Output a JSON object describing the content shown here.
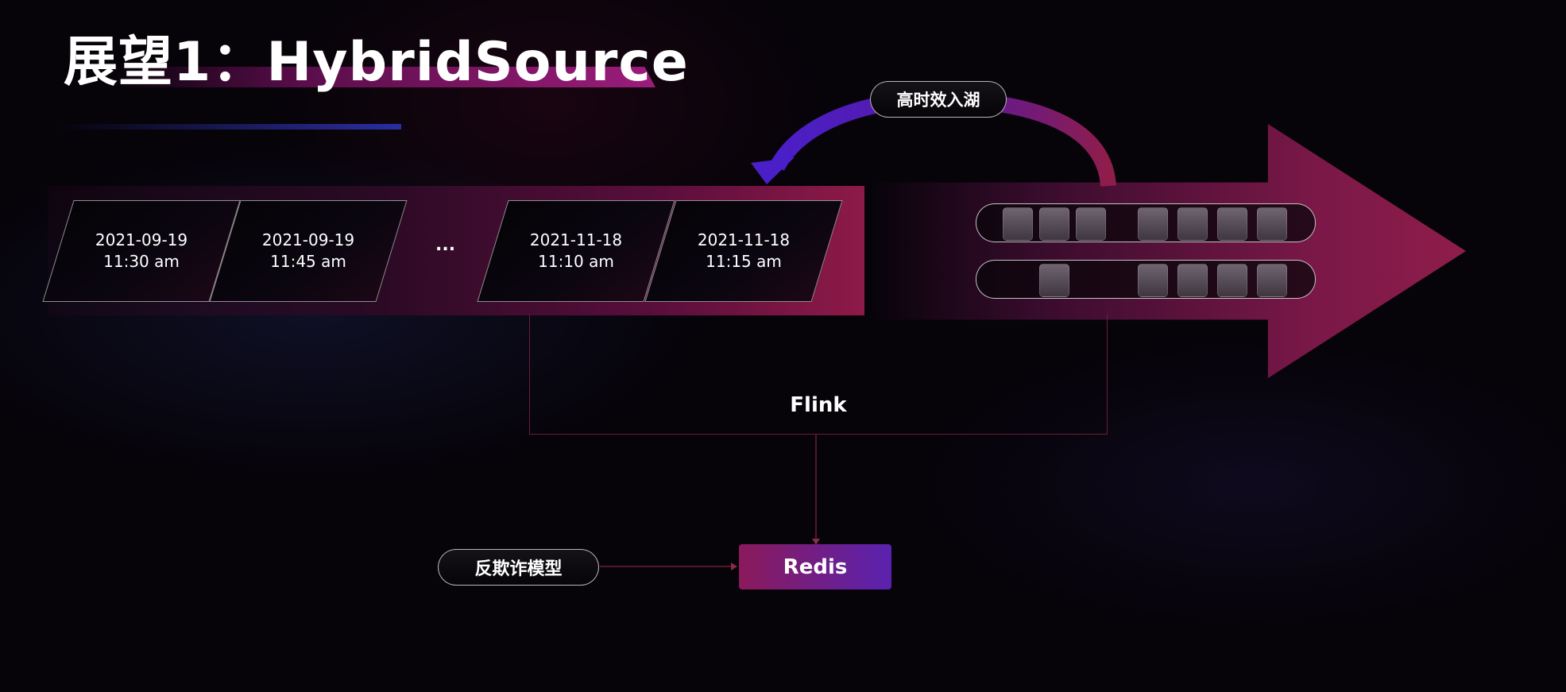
{
  "slide": {
    "title": "展望1：HybridSource"
  },
  "timeline": {
    "partitions": [
      {
        "date": "2021-09-19",
        "time": "11:30 am"
      },
      {
        "date": "2021-09-19",
        "time": "11:45 am"
      },
      {
        "date": "2021-11-18",
        "time": "11:10 am"
      },
      {
        "date": "2021-11-18",
        "time": "11:15 am"
      }
    ],
    "ellipsis": "..."
  },
  "lake_label": "高时效入湖",
  "flink_label": "Flink",
  "model_label": "反欺诈模型",
  "redis_label": "Redis",
  "colors": {
    "background": "#060309",
    "accent_magenta": "#8f1d4a",
    "accent_purple": "#5a22b0",
    "connector": "#6a1e34"
  }
}
